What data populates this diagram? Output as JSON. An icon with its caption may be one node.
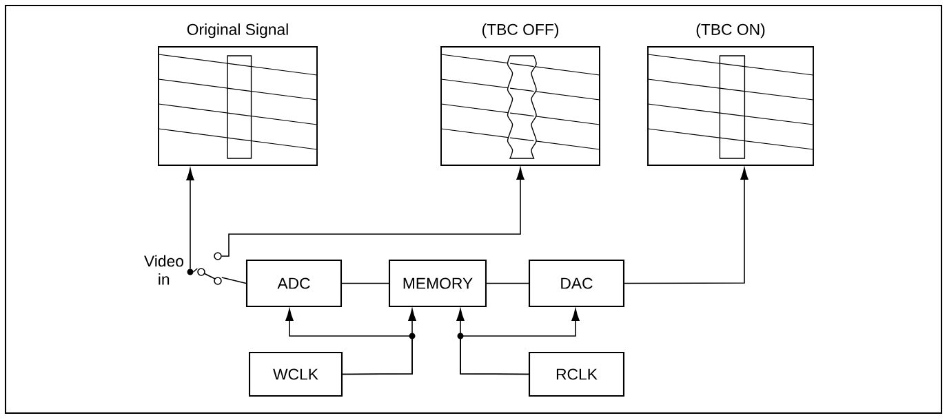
{
  "diagram": {
    "nodes": [
      {
        "text": [
          "Original Signal"
        ]
      },
      {
        "text": [
          "(TBC OFF)"
        ]
      },
      {
        "text": [
          "(TBC ON)"
        ]
      },
      {
        "text": [
          "Video in"
        ]
      },
      {
        "text": [
          "ADC"
        ]
      },
      {
        "text": [
          "MEMORY"
        ]
      },
      {
        "text": [
          "DAC"
        ]
      },
      {
        "text": [
          "WCLK"
        ]
      },
      {
        "text": [
          "RCLK"
        ]
      },
      {
        "text": [],
        "shape": "switch"
      }
    ],
    "edges": [
      {
        "from": 3,
        "to": 0,
        "arrow": "to"
      },
      {
        "from": 3,
        "to": 9,
        "arrow": "none"
      },
      {
        "from": 9,
        "to": 1,
        "arrow": "to"
      },
      {
        "from": 9,
        "to": 4,
        "arrow": "none"
      },
      {
        "from": 4,
        "to": 5,
        "arrow": "none"
      },
      {
        "from": 5,
        "to": 6,
        "arrow": "none"
      },
      {
        "from": 6,
        "to": 2,
        "arrow": "to"
      },
      {
        "from": 7,
        "to": 5,
        "arrow": "to"
      },
      {
        "from": 7,
        "to": 4,
        "arrow": "to"
      },
      {
        "from": 8,
        "to": 5,
        "arrow": "to"
      },
      {
        "from": 8,
        "to": 6,
        "arrow": "to"
      }
    ]
  }
}
